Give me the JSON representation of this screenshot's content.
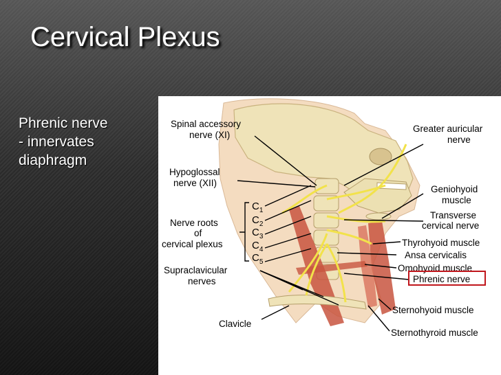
{
  "title": "Cervical Plexus",
  "side_text": [
    "Phrenic nerve",
    "- innervates",
    "diaphragm"
  ],
  "labels": {
    "spinal_accessory": [
      "Spinal accessory",
      "nerve (XI)"
    ],
    "hypoglossal": [
      "Hypoglossal",
      "nerve (XII)"
    ],
    "nerve_roots": [
      "Nerve roots",
      "of",
      "cervical plexus"
    ],
    "supraclavicular": [
      "Supraclavicular",
      "nerves"
    ],
    "clavicle": "Clavicle",
    "greater_auricular": [
      "Greater auricular",
      "nerve"
    ],
    "geniohyoid": [
      "Geniohyoid",
      "muscle"
    ],
    "transverse_cervical": [
      "Transverse",
      "cervical nerve"
    ],
    "thyrohyoid": "Thyrohyoid muscle",
    "ansa_cervicalis": "Ansa cervicalis",
    "omohyoid": "Omohyoid muscle",
    "phrenic": "Phrenic nerve",
    "sternohyoid": "Sternohyoid muscle",
    "sternothyroid": "Sternothyroid muscle"
  },
  "roots": [
    {
      "letter": "C",
      "num": "1"
    },
    {
      "letter": "C",
      "num": "2"
    },
    {
      "letter": "C",
      "num": "3"
    },
    {
      "letter": "C",
      "num": "4"
    },
    {
      "letter": "C",
      "num": "5"
    }
  ],
  "colors": {
    "highlight_box": "#c0151b",
    "muscle": "#c8553f",
    "bone": "#efe3b8",
    "nerve": "#f2e24a"
  }
}
